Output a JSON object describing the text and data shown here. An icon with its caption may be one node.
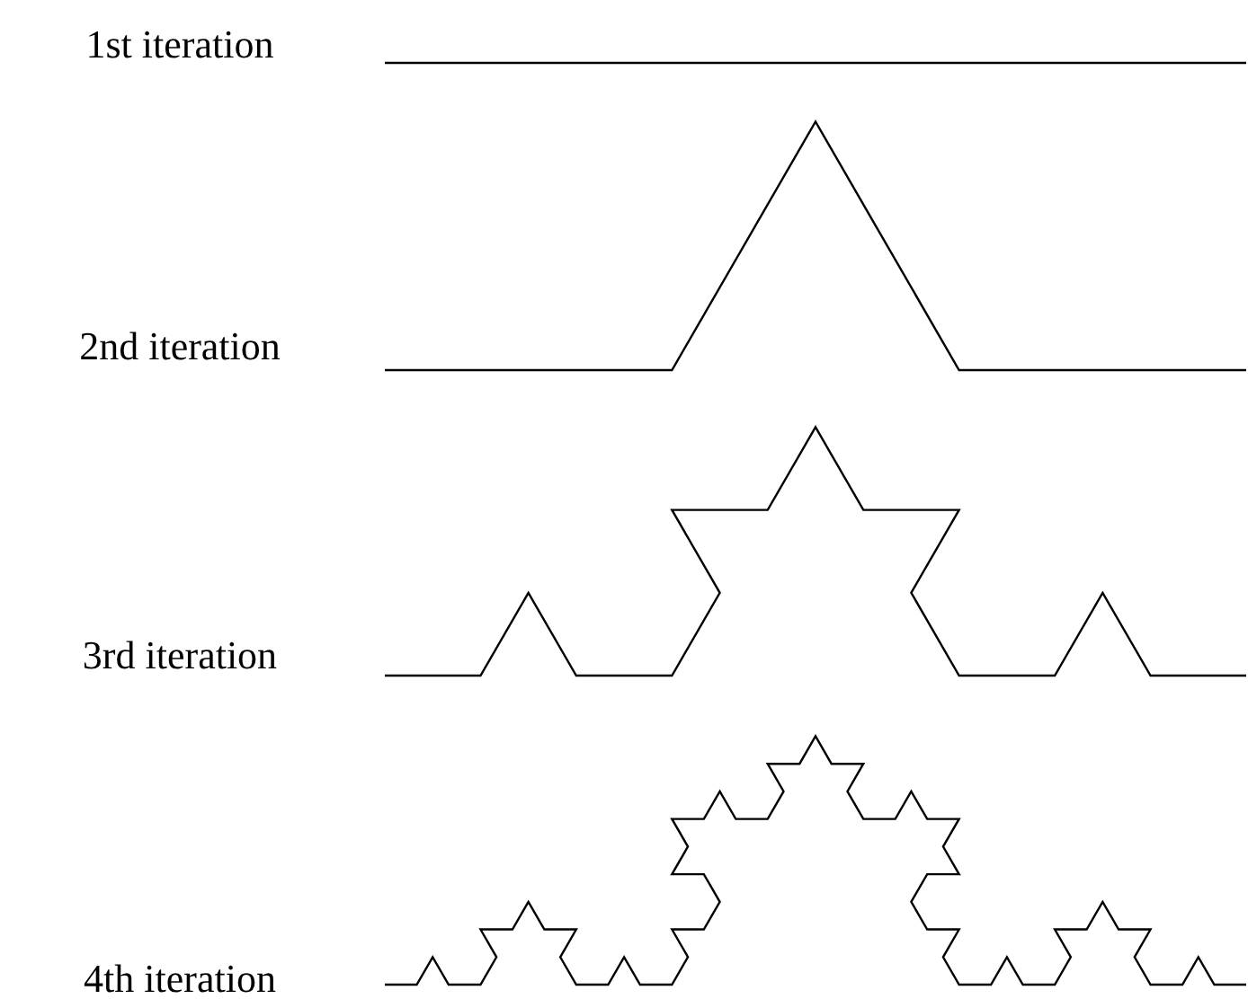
{
  "diagram": {
    "labels": [
      "1st iteration",
      "2nd iteration",
      "3rd iteration",
      "4th iteration"
    ]
  }
}
